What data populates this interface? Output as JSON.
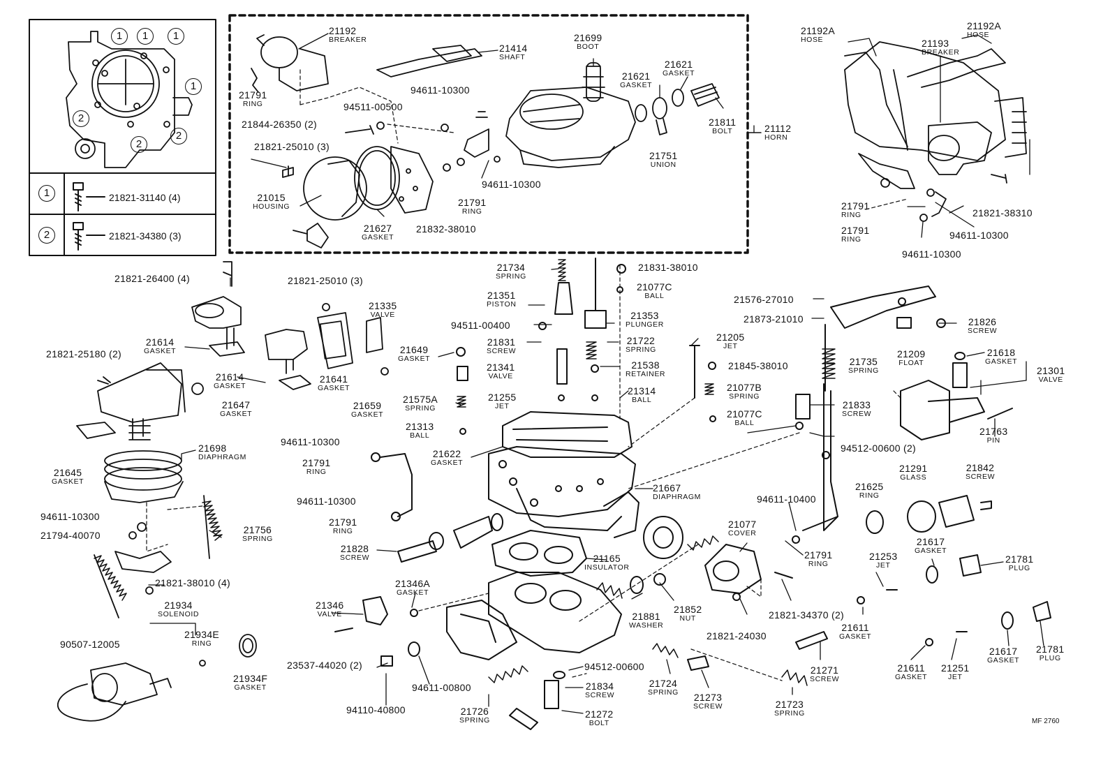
{
  "legend": {
    "row1": {
      "symbol": "1",
      "part": "21821-31140 (4)"
    },
    "row2": {
      "symbol": "2",
      "part": "21821-34380 (3)"
    }
  },
  "inset_markers": [
    "1",
    "1",
    "1",
    "1",
    "2",
    "2",
    "2"
  ],
  "reference": "MF 2760",
  "callouts": {
    "c21192": {
      "pn": "21192",
      "nm": "BREAKER"
    },
    "c21414": {
      "pn": "21414",
      "nm": "SHAFT"
    },
    "c21699": {
      "pn": "21699",
      "nm": "BOOT"
    },
    "c21621a": {
      "pn": "21621",
      "nm": "GASKET"
    },
    "c21621b": {
      "pn": "21621",
      "nm": "GASKET"
    },
    "c21791a": {
      "pn": "21791",
      "nm": "RING"
    },
    "c9461110300a": {
      "pn": "94611-10300",
      "nm": ""
    },
    "c9451100500": {
      "pn": "94511-00500",
      "nm": ""
    },
    "c2184426350": {
      "pn": "21844-26350 (2)",
      "nm": ""
    },
    "c2182125010a": {
      "pn": "21821-25010 (3)",
      "nm": ""
    },
    "c21811": {
      "pn": "21811",
      "nm": "BOLT"
    },
    "c21112": {
      "pn": "21112",
      "nm": "HORN"
    },
    "c21751": {
      "pn": "21751",
      "nm": "UNION"
    },
    "c21015": {
      "pn": "21015",
      "nm": "HOUSING"
    },
    "c21627": {
      "pn": "21627",
      "nm": "GASKET"
    },
    "c2183238010": {
      "pn": "21832-38010",
      "nm": ""
    },
    "c21791b": {
      "pn": "21791",
      "nm": "RING"
    },
    "c9461110300b": {
      "pn": "94611-10300",
      "nm": ""
    },
    "c21192A1": {
      "pn": "21192A",
      "nm": "HOSE"
    },
    "c21192A2": {
      "pn": "21192A",
      "nm": "HOSE"
    },
    "c21193": {
      "pn": "21193",
      "nm": "BREAKER"
    },
    "c21791c": {
      "pn": "21791",
      "nm": "RING"
    },
    "c21791d": {
      "pn": "21791",
      "nm": "RING"
    },
    "c2182138310": {
      "pn": "21821-38310",
      "nm": ""
    },
    "c9461110300c": {
      "pn": "94611-10300",
      "nm": ""
    },
    "c9461110300d": {
      "pn": "94611-10300",
      "nm": ""
    },
    "c2182126400": {
      "pn": "21821-26400 (4)",
      "nm": ""
    },
    "c2182125010b": {
      "pn": "21821-25010 (3)",
      "nm": ""
    },
    "c21335": {
      "pn": "21335",
      "nm": "VALVE"
    },
    "c21614a": {
      "pn": "21614",
      "nm": "GASKET"
    },
    "c21614b": {
      "pn": "21614",
      "nm": "GASKET"
    },
    "c2182125180": {
      "pn": "21821-25180 (2)",
      "nm": ""
    },
    "c21641": {
      "pn": "21641",
      "nm": "GASKET"
    },
    "c21659": {
      "pn": "21659",
      "nm": "GASKET"
    },
    "c21647": {
      "pn": "21647",
      "nm": "GASKET"
    },
    "c21698": {
      "pn": "21698",
      "nm": "DIAPHRAGM"
    },
    "c21645": {
      "pn": "21645",
      "nm": "GASKET"
    },
    "c9461110300e": {
      "pn": "94611-10300",
      "nm": ""
    },
    "c2179440070": {
      "pn": "21794-40070",
      "nm": ""
    },
    "c21756": {
      "pn": "21756",
      "nm": "SPRING"
    },
    "c2182138010": {
      "pn": "21821-38010 (4)",
      "nm": ""
    },
    "c21934": {
      "pn": "21934",
      "nm": "SOLENOID"
    },
    "c21934E": {
      "pn": "21934E",
      "nm": "RING"
    },
    "c9050712005": {
      "pn": "90507-12005",
      "nm": ""
    },
    "c21934F": {
      "pn": "21934F",
      "nm": "GASKET"
    },
    "c21734": {
      "pn": "21734",
      "nm": "SPRING"
    },
    "c21351": {
      "pn": "21351",
      "nm": "PISTON"
    },
    "c9451100400": {
      "pn": "94511-00400",
      "nm": ""
    },
    "c21831": {
      "pn": "21831",
      "nm": "SCREW"
    },
    "c21649": {
      "pn": "21649",
      "nm": "GASKET"
    },
    "c21341": {
      "pn": "21341",
      "nm": "VALVE"
    },
    "c21575A": {
      "pn": "21575A",
      "nm": "SPRING"
    },
    "c21255": {
      "pn": "21255",
      "nm": "JET"
    },
    "c21313": {
      "pn": "21313",
      "nm": "BALL"
    },
    "c2183138010": {
      "pn": "21831-38010",
      "nm": ""
    },
    "c21077Ca": {
      "pn": "21077C",
      "nm": "BALL"
    },
    "c21353": {
      "pn": "21353",
      "nm": "PLUNGER"
    },
    "c21722": {
      "pn": "21722",
      "nm": "SPRING"
    },
    "c21538": {
      "pn": "21538",
      "nm": "RETAINER"
    },
    "c21314": {
      "pn": "21314",
      "nm": "BALL"
    },
    "c21205": {
      "pn": "21205",
      "nm": "JET"
    },
    "c2184538010": {
      "pn": "21845-38010",
      "nm": ""
    },
    "c21077B": {
      "pn": "21077B",
      "nm": "SPRING"
    },
    "c21077Cb": {
      "pn": "21077C",
      "nm": "BALL"
    },
    "c21622": {
      "pn": "21622",
      "nm": "GASKET"
    },
    "c9461110300f": {
      "pn": "94611-10300",
      "nm": ""
    },
    "c21791e": {
      "pn": "21791",
      "nm": "RING"
    },
    "c9461110300g": {
      "pn": "94611-10300",
      "nm": ""
    },
    "c21791f": {
      "pn": "21791",
      "nm": "RING"
    },
    "c2157627010": {
      "pn": "21576-27010",
      "nm": ""
    },
    "c2187321010": {
      "pn": "21873-21010",
      "nm": ""
    },
    "c21826": {
      "pn": "21826",
      "nm": "SCREW"
    },
    "c21735": {
      "pn": "21735",
      "nm": "SPRING"
    },
    "c21209": {
      "pn": "21209",
      "nm": "FLOAT"
    },
    "c21618": {
      "pn": "21618",
      "nm": "GASKET"
    },
    "c21301": {
      "pn": "21301",
      "nm": "VALVE"
    },
    "c21833": {
      "pn": "21833",
      "nm": "SCREW"
    },
    "c9451200600a": {
      "pn": "94512-00600 (2)",
      "nm": ""
    },
    "c21763": {
      "pn": "21763",
      "nm": "PIN"
    },
    "c21291": {
      "pn": "21291",
      "nm": "GLASS"
    },
    "c21842": {
      "pn": "21842",
      "nm": "SCREW"
    },
    "c21625": {
      "pn": "21625",
      "nm": "RING"
    },
    "c21667": {
      "pn": "21667",
      "nm": "DIAPHRAGM"
    },
    "c9461110400": {
      "pn": "94611-10400",
      "nm": ""
    },
    "c21077": {
      "pn": "21077",
      "nm": "COVER"
    },
    "c21791g": {
      "pn": "21791",
      "nm": "RING"
    },
    "c21828": {
      "pn": "21828",
      "nm": "SCREW"
    },
    "c21165": {
      "pn": "21165",
      "nm": "INSULATOR"
    },
    "c21346A": {
      "pn": "21346A",
      "nm": "GASKET"
    },
    "c21346": {
      "pn": "21346",
      "nm": "VALVE"
    },
    "c21852": {
      "pn": "21852",
      "nm": "NUT"
    },
    "c21881": {
      "pn": "21881",
      "nm": "WASHER"
    },
    "c2182134370": {
      "pn": "21821-34370 (2)",
      "nm": ""
    },
    "c2182124030": {
      "pn": "21821-24030",
      "nm": ""
    },
    "c21617a": {
      "pn": "21617",
      "nm": "GASKET"
    },
    "c21253": {
      "pn": "21253",
      "nm": "JET"
    },
    "c21781a": {
      "pn": "21781",
      "nm": "PLUG"
    },
    "c21611a": {
      "pn": "21611",
      "nm": "GASKET"
    },
    "c2353744020": {
      "pn": "23537-44020 (2)",
      "nm": ""
    },
    "c9461100800": {
      "pn": "94611-00800",
      "nm": ""
    },
    "c9411040800": {
      "pn": "94110-40800",
      "nm": ""
    },
    "c9451200600b": {
      "pn": "94512-00600",
      "nm": ""
    },
    "c21834": {
      "pn": "21834",
      "nm": "SCREW"
    },
    "c21724": {
      "pn": "21724",
      "nm": "SPRING"
    },
    "c21273": {
      "pn": "21273",
      "nm": "SCREW"
    },
    "c21271": {
      "pn": "21271",
      "nm": "SCREW"
    },
    "c21723": {
      "pn": "21723",
      "nm": "SPRING"
    },
    "c21726": {
      "pn": "21726",
      "nm": "SPRING"
    },
    "c21272": {
      "pn": "21272",
      "nm": "BOLT"
    },
    "c21611b": {
      "pn": "21611",
      "nm": "GASKET"
    },
    "c21251": {
      "pn": "21251",
      "nm": "JET"
    },
    "c21617b": {
      "pn": "21617",
      "nm": "GASKET"
    },
    "c21781b": {
      "pn": "21781",
      "nm": "PLUG"
    }
  }
}
